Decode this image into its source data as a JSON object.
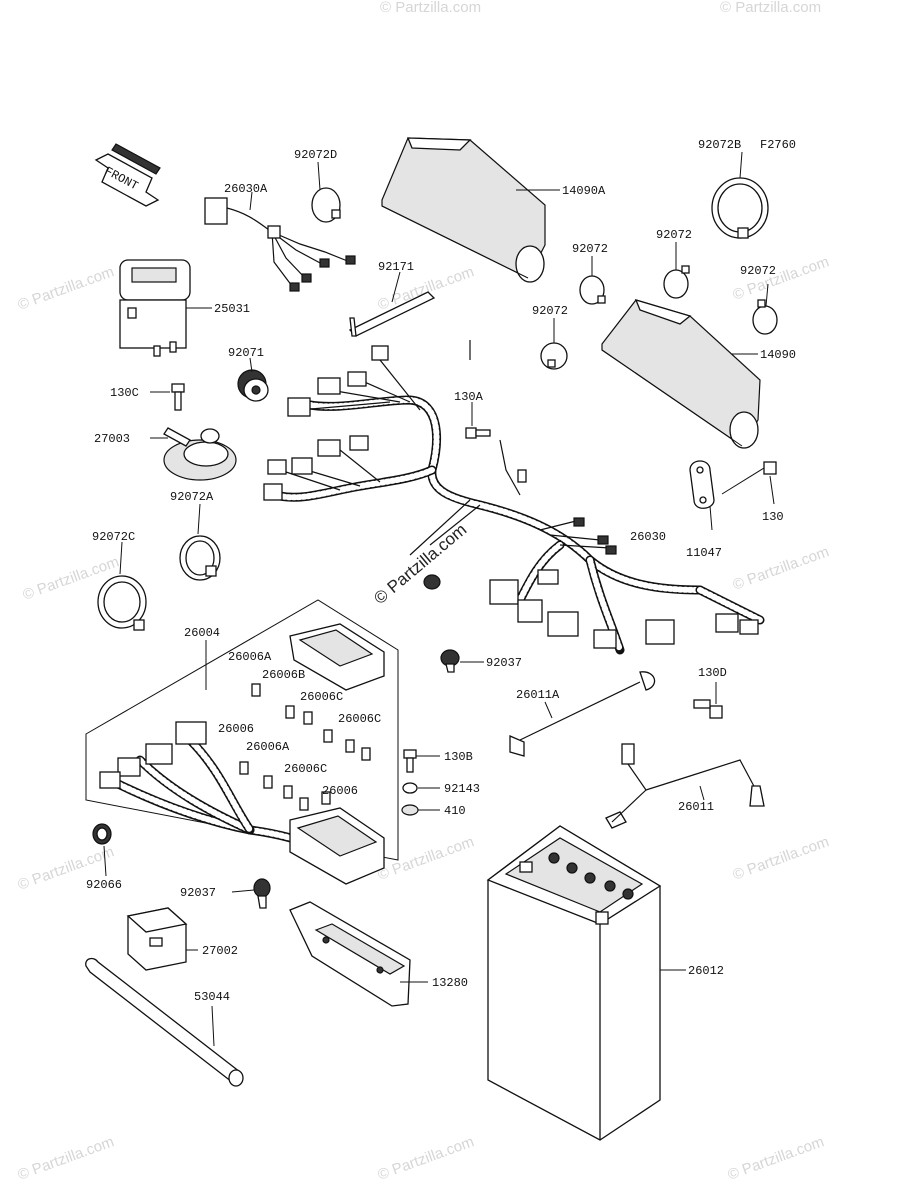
{
  "figure_code": "F2760",
  "front_label": "FRONT",
  "watermarks": {
    "repeat_text": "© Partzilla.com",
    "center_text": "© Partzilla.com"
  },
  "callouts": [
    {
      "id": "c_92072D",
      "text": "92072D"
    },
    {
      "id": "c_26030A",
      "text": "26030A"
    },
    {
      "id": "c_14090A",
      "text": "14090A"
    },
    {
      "id": "c_92072B",
      "text": "92072B"
    },
    {
      "id": "c_92072_a",
      "text": "92072"
    },
    {
      "id": "c_92072_b",
      "text": "92072"
    },
    {
      "id": "c_92072_c",
      "text": "92072"
    },
    {
      "id": "c_92072_d",
      "text": "92072"
    },
    {
      "id": "c_92171",
      "text": "92171"
    },
    {
      "id": "c_25031",
      "text": "25031"
    },
    {
      "id": "c_14090",
      "text": "14090"
    },
    {
      "id": "c_92071",
      "text": "92071"
    },
    {
      "id": "c_130C",
      "text": "130C"
    },
    {
      "id": "c_130A",
      "text": "130A"
    },
    {
      "id": "c_27003",
      "text": "27003"
    },
    {
      "id": "c_92072A",
      "text": "92072A"
    },
    {
      "id": "c_130",
      "text": "130"
    },
    {
      "id": "c_92072C",
      "text": "92072C"
    },
    {
      "id": "c_11047",
      "text": "11047"
    },
    {
      "id": "c_26030",
      "text": "26030"
    },
    {
      "id": "c_26004",
      "text": "26004"
    },
    {
      "id": "c_92037_a",
      "text": "92037"
    },
    {
      "id": "c_26006A_a",
      "text": "26006A"
    },
    {
      "id": "c_26006B",
      "text": "26006B"
    },
    {
      "id": "c_130D",
      "text": "130D"
    },
    {
      "id": "c_26006C_a",
      "text": "26006C"
    },
    {
      "id": "c_26011A",
      "text": "26011A"
    },
    {
      "id": "c_26006C_b",
      "text": "26006C"
    },
    {
      "id": "c_26006_a",
      "text": "26006"
    },
    {
      "id": "c_26006A_b",
      "text": "26006A"
    },
    {
      "id": "c_130B",
      "text": "130B"
    },
    {
      "id": "c_26006C_c",
      "text": "26006C"
    },
    {
      "id": "c_92143",
      "text": "92143"
    },
    {
      "id": "c_26006_b",
      "text": "26006"
    },
    {
      "id": "c_26011",
      "text": "26011"
    },
    {
      "id": "c_410",
      "text": "410"
    },
    {
      "id": "c_92066",
      "text": "92066"
    },
    {
      "id": "c_92037_b",
      "text": "92037"
    },
    {
      "id": "c_27002",
      "text": "27002"
    },
    {
      "id": "c_26012",
      "text": "26012"
    },
    {
      "id": "c_13280",
      "text": "13280"
    },
    {
      "id": "c_53044",
      "text": "53044"
    }
  ]
}
